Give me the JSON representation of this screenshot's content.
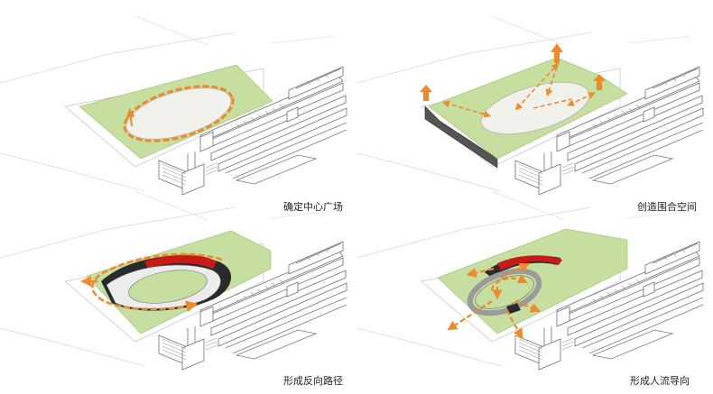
{
  "panels": [
    {
      "caption": "确定中心广场"
    },
    {
      "caption": "创造围合空间"
    },
    {
      "caption": "形成反向路径"
    },
    {
      "caption": "形成人流导向"
    }
  ],
  "colors": {
    "site_green": "#c6dea0",
    "plaza_fill": "#f1f0ea",
    "arrow_orange": "#ef8a2a",
    "ramp_red": "#c81a1a",
    "ramp_dark": "#2a2a2a",
    "line_gray": "#8c8c8c",
    "light_line": "#cfcfcf"
  }
}
